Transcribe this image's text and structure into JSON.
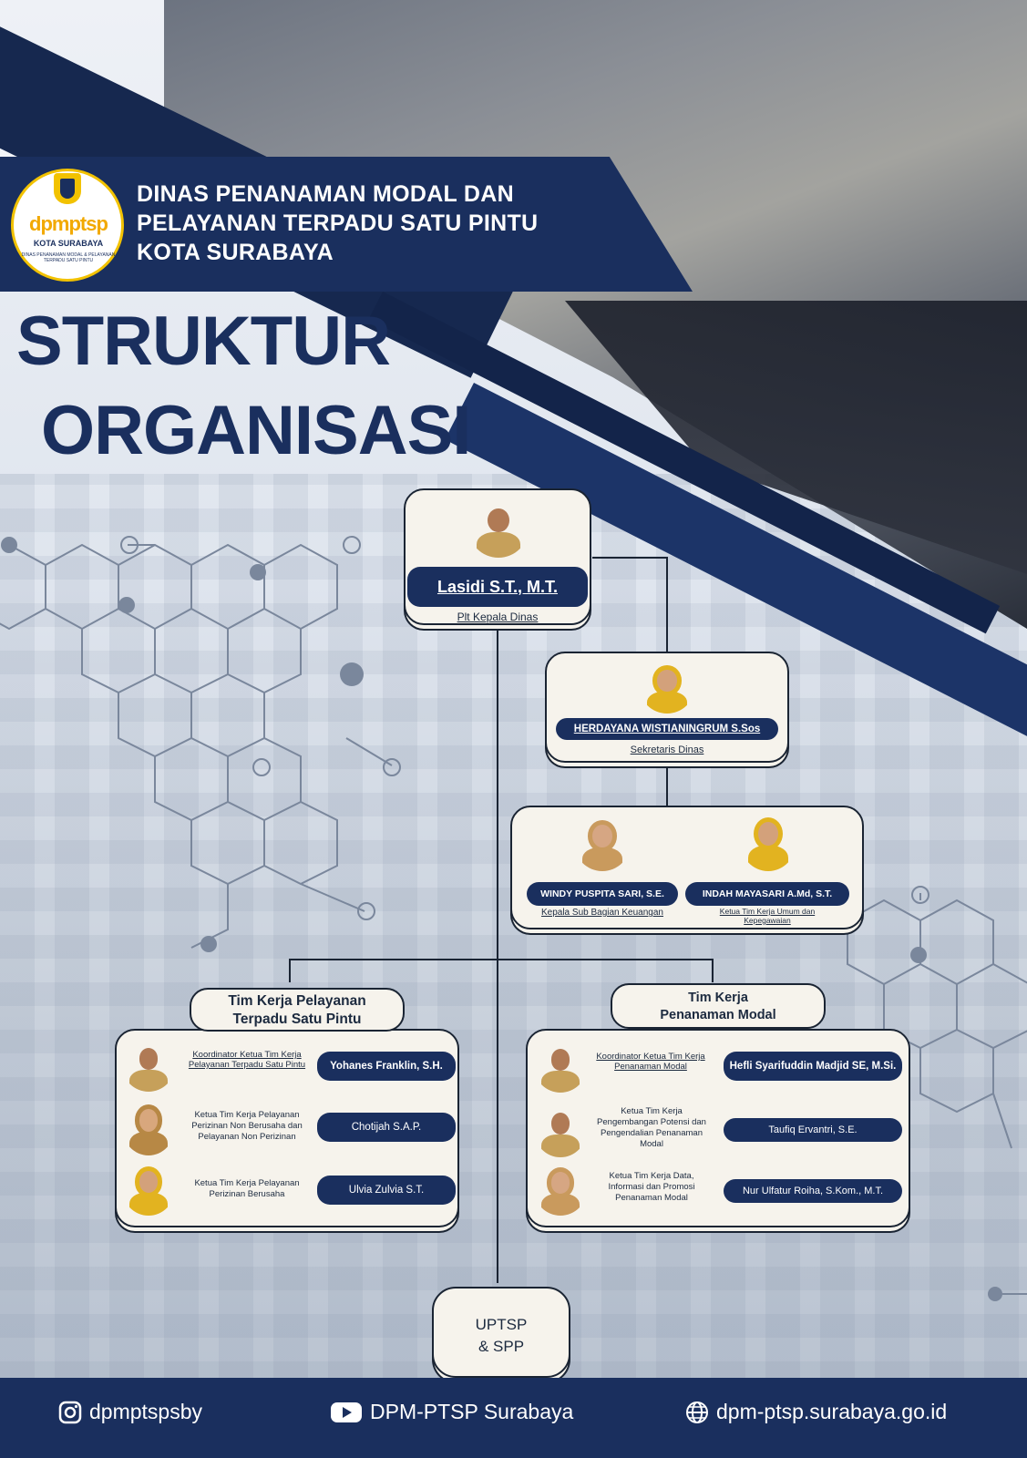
{
  "header": {
    "org_line1": "DINAS PENANAMAN MODAL DAN",
    "org_line2": "PELAYANAN TERPADU SATU PINTU",
    "org_line3": "KOTA SURABAYA",
    "logo_text": "dpmptsp",
    "logo_city": "KOTA SURABAYA",
    "logo_tagline": "DINAS PENANAMAN MODAL & PELAYANAN TERPADU SATU PINTU"
  },
  "title": {
    "line1": "STRUKTUR",
    "line2": "ORGANISASI"
  },
  "head": {
    "name": "Lasidi S.T., M.T.",
    "role": "Plt Kepala Dinas"
  },
  "secretary": {
    "name": "HERDAYANA WISTIANINGRUM S.Sos",
    "role": "Sekretaris Dinas"
  },
  "sub_units": [
    {
      "name": "WINDY PUSPITA SARI, S.E.",
      "role": "Kepala Sub Bagian Keuangan"
    },
    {
      "name": "INDAH MAYASARI A.Md, S.T.",
      "role": "Ketua Tim Kerja Umum dan Kepegawaian"
    }
  ],
  "team_left": {
    "title_line1": "Tim Kerja Pelayanan",
    "title_line2": "Terpadu Satu Pintu",
    "members": [
      {
        "role": "Koordinator Ketua Tim Kerja Pelayanan Terpadu Satu Pintu",
        "name": "Yohanes Franklin, S.H."
      },
      {
        "role": "Ketua Tim Kerja Pelayanan Perizinan Non Berusaha dan Pelayanan Non Perizinan",
        "name": "Chotijah S.A.P."
      },
      {
        "role": "Ketua Tim Kerja Pelayanan Perizinan Berusaha",
        "name": "Ulvia Zulvia S.T."
      }
    ]
  },
  "team_right": {
    "title_line1": "Tim Kerja",
    "title_line2": "Penanaman Modal",
    "members": [
      {
        "role": "Koordinator Ketua Tim Kerja Penanaman Modal",
        "name": "Hefli Syarifuddin Madjid SE, M.Si."
      },
      {
        "role": "Ketua Tim Kerja Pengembangan Potensi dan Pengendalian Penanaman Modal",
        "name": "Taufiq Ervantri, S.E."
      },
      {
        "role": "Ketua Tim Kerja Data, Informasi dan Promosi Penanaman Modal",
        "name": "Nur Ulfatur Roiha, S.Kom., M.T."
      }
    ]
  },
  "bottom_unit": {
    "line1": "UPTSP",
    "line2": "& SPP"
  },
  "footer": {
    "instagram": "dpmptspsby",
    "youtube": "DPM-PTSP Surabaya",
    "website": "dpm-ptsp.surabaya.go.id"
  },
  "colors": {
    "navy": "#1a2f5e",
    "cream": "#f6f3ec",
    "gold": "#f2c200"
  }
}
